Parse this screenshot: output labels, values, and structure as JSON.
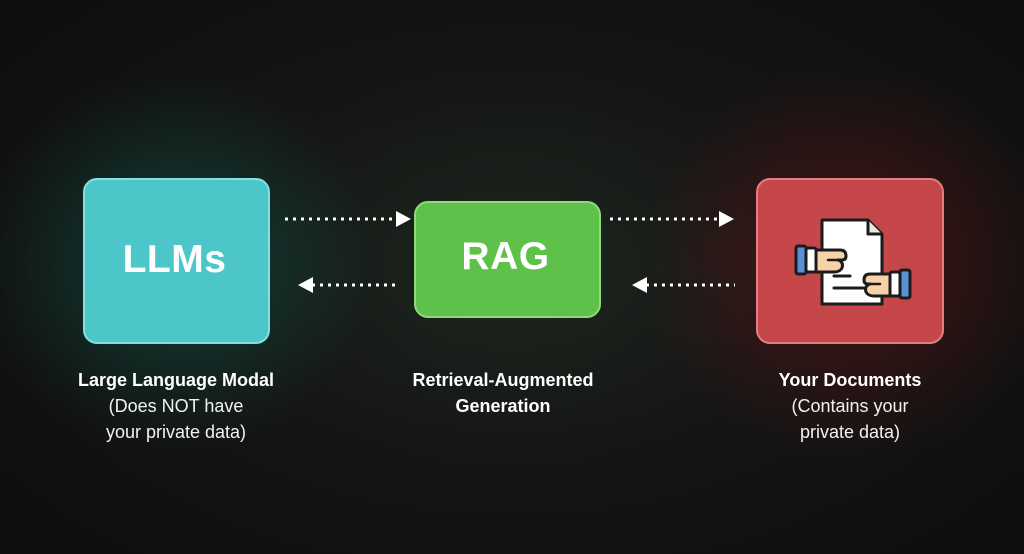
{
  "diagram": {
    "nodes": [
      {
        "id": "llms",
        "label": "LLMs",
        "caption_title": "Large Language Modal",
        "caption_lines": [
          "(Does NOT have",
          "your private data)"
        ],
        "color": "#4cc6c9"
      },
      {
        "id": "rag",
        "label": "RAG",
        "caption_title_lines": [
          "Retrieval-Augmented",
          "Generation"
        ],
        "color": "#5dc14a"
      },
      {
        "id": "documents",
        "icon": "document-handoff-icon",
        "caption_title": "Your Documents",
        "caption_lines": [
          "(Contains your",
          "private data)"
        ],
        "color": "#c5474a"
      }
    ],
    "edges": [
      {
        "from": "llms",
        "to": "rag",
        "style": "dotted"
      },
      {
        "from": "rag",
        "to": "llms",
        "style": "dotted"
      },
      {
        "from": "rag",
        "to": "documents",
        "style": "dotted"
      },
      {
        "from": "documents",
        "to": "rag",
        "style": "dotted"
      }
    ]
  }
}
